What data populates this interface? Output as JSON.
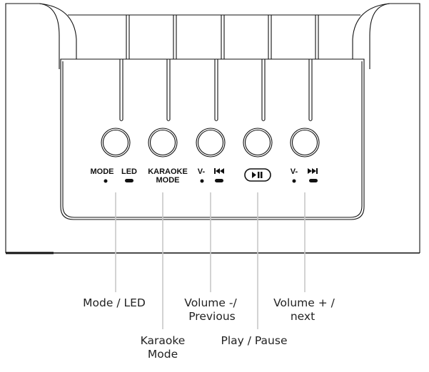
{
  "panel_labels": {
    "mode": "MODE",
    "led": "LED",
    "karaoke_line1": "KARAOKE",
    "karaoke_line2": "MODE",
    "vminus": "V-",
    "vplus": "V-"
  },
  "icons": [
    "previous-icon",
    "play-pause-icon",
    "next-icon",
    "dot-indicator",
    "long-press-bar"
  ],
  "callouts": {
    "mode_led": "Mode / LED",
    "karaoke_line1": "Karaoke",
    "karaoke_line2": "Mode",
    "volume_minus_line1": "Volume -/",
    "volume_minus_line2": "Previous",
    "play_pause": "Play / Pause",
    "volume_plus_line1": "Volume + /",
    "volume_plus_line2": "next"
  }
}
